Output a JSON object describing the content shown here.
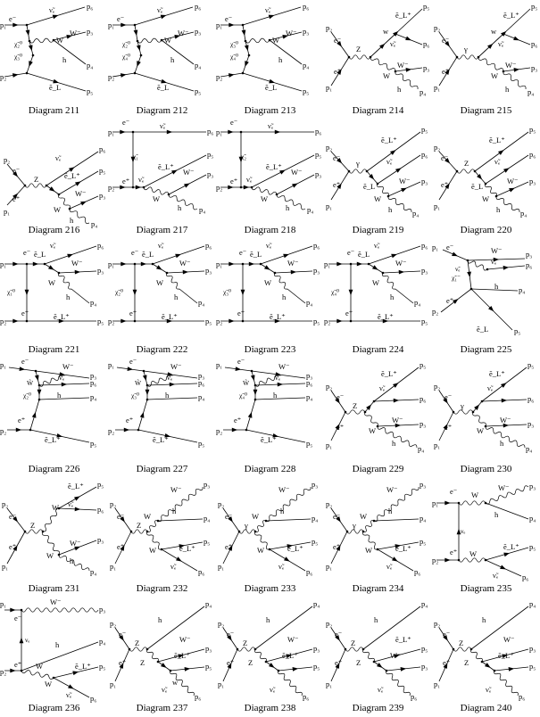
{
  "diagrams": [
    {
      "caption": "Diagram 211",
      "topology": "neutralino-exchange",
      "labels": {
        "e1": "e⁻",
        "e2": "",
        "prop": "χ̃₂⁰",
        "prop2": "χ̃₃⁰",
        "a": "ν̃ₑ",
        "b": "W",
        "c": "W⁻",
        "d": "h",
        "e": "ẽ_L"
      },
      "momenta": [
        "p₁",
        "p₂",
        "p₆",
        "p₃",
        "p₄",
        "p₅"
      ]
    },
    {
      "caption": "Diagram 212",
      "topology": "neutralino-exchange",
      "labels": {
        "e1": "e⁻",
        "e2": "",
        "prop": "χ̃₂⁰",
        "prop2": "χ̃₄⁰",
        "a": "ν̃ₑ",
        "b": "W",
        "c": "W⁻",
        "d": "h",
        "e": "ẽ_L"
      },
      "momenta": [
        "p₁",
        "p₂",
        "p₆",
        "p₃",
        "p₄",
        "p₅"
      ]
    },
    {
      "caption": "Diagram 213",
      "topology": "neutralino-exchange",
      "labels": {
        "e1": "e⁻",
        "e2": "",
        "prop": "χ̃₃⁰",
        "prop2": "χ̃₄⁰",
        "a": "ν̃ₑ",
        "b": "W",
        "c": "W⁻",
        "d": "h",
        "e": "ẽ_L"
      },
      "momenta": [
        "p₁",
        "p₂",
        "p₆",
        "p₃",
        "p₄",
        "p₅"
      ]
    },
    {
      "caption": "Diagram 214",
      "topology": "s-channel",
      "labels": {
        "e1": "e⁻",
        "e2": "e⁺",
        "boson": "Z",
        "a": "ẽ_L⁺",
        "b": "w",
        "c": "ν̃ₑ",
        "d": "W⁻",
        "e": "h",
        "f": "W"
      },
      "momenta": [
        "p₂",
        "p₁",
        "p₅",
        "p₆",
        "p₃",
        "p₄"
      ]
    },
    {
      "caption": "Diagram 215",
      "topology": "s-channel",
      "labels": {
        "e1": "e⁻",
        "e2": "e⁺",
        "boson": "γ",
        "a": "ẽ_L⁺",
        "b": "w",
        "c": "ν̃ₑ",
        "d": "W⁻",
        "e": "h",
        "f": "W"
      },
      "momenta": [
        "p₂",
        "p₁",
        "p₅",
        "p₆",
        "p₃",
        "p₄"
      ]
    },
    {
      "caption": "Diagram 216",
      "topology": "s-channel-b",
      "labels": {
        "e1": "e⁻",
        "e2": "e⁺",
        "boson": "Z",
        "a": "ν̃ₑ",
        "b": "ẽ_L⁺",
        "c": "W⁻",
        "d": "h",
        "e": "W"
      },
      "momenta": [
        "p₂",
        "p₁",
        "p₆",
        "p₅",
        "p₃",
        "p₄"
      ]
    },
    {
      "caption": "Diagram 217",
      "topology": "t-channel",
      "labels": {
        "e1": "e⁻",
        "e2": "e⁺",
        "prop": "χ̃₁",
        "a": "ν̃ₑ",
        "b": "ẽ_L⁺",
        "c": "W⁻",
        "d": "h",
        "e": "W",
        "f": "ν̃ₑ"
      },
      "momenta": [
        "p₁",
        "p₂",
        "p₆",
        "p₅",
        "p₃",
        "p₄"
      ]
    },
    {
      "caption": "Diagram 218",
      "topology": "t-channel",
      "labels": {
        "e1": "e⁻",
        "e2": "e⁺",
        "prop": "χ̃₂",
        "a": "ν̃ₑ",
        "b": "ẽ_L⁺",
        "c": "W⁻",
        "d": "h",
        "e": "W",
        "f": "ν̃ₑ"
      },
      "momenta": [
        "p₁",
        "p₂",
        "p₆",
        "p₅",
        "p₃",
        "p₄"
      ]
    },
    {
      "caption": "Diagram 219",
      "topology": "s-channel-c",
      "labels": {
        "e1": "e⁻",
        "e2": "e⁺",
        "boson": "γ",
        "a": "ẽ_L⁺",
        "b": "ν̃ₑ",
        "c": "ẽ_L",
        "d": "W⁻",
        "e": "W",
        "f": "h"
      },
      "momenta": [
        "p₂",
        "p₁",
        "p₅",
        "p₆",
        "p₃",
        "p₄"
      ]
    },
    {
      "caption": "Diagram 220",
      "topology": "s-channel-c",
      "labels": {
        "e1": "e⁻",
        "e2": "e⁺",
        "boson": "Z",
        "a": "ẽ_L⁺",
        "b": "ν̃ₑ",
        "c": "ẽ_L",
        "d": "W⁻",
        "e": "W",
        "f": "h"
      },
      "momenta": [
        "p₂",
        "p₁",
        "p₅",
        "p₆",
        "p₃",
        "p₄"
      ]
    },
    {
      "caption": "Diagram 221",
      "topology": "t-channel-b",
      "labels": {
        "e1": "e⁻",
        "e2": "e⁺",
        "prop": "χ̃₁⁰",
        "a": "ẽ_L",
        "b": "ν̃ₑ",
        "c": "W⁻",
        "d": "W",
        "e": "h",
        "f": "ẽ_L⁺"
      },
      "momenta": [
        "p₁",
        "p₂",
        "p₆",
        "p₃",
        "p₄",
        "p₅"
      ]
    },
    {
      "caption": "Diagram 222",
      "topology": "t-channel-b",
      "labels": {
        "e1": "e⁻",
        "e2": "e⁺",
        "prop": "χ̃₂⁰",
        "a": "ẽ_L",
        "b": "ν̃ₑ",
        "c": "W⁻",
        "d": "W",
        "e": "h",
        "f": "ẽ_L⁺"
      },
      "momenta": [
        "p₁",
        "p₂",
        "p₆",
        "p₃",
        "p₄",
        "p₅"
      ]
    },
    {
      "caption": "Diagram 223",
      "topology": "t-channel-b",
      "labels": {
        "e1": "e⁻",
        "e2": "e⁺",
        "prop": "χ̃₃⁰",
        "a": "ẽ_L",
        "b": "ν̃ₑ",
        "c": "W⁻",
        "d": "W",
        "e": "h",
        "f": "ẽ_L⁺"
      },
      "momenta": [
        "p₁",
        "p₂",
        "p₆",
        "p₃",
        "p₄",
        "p₅"
      ]
    },
    {
      "caption": "Diagram 224",
      "topology": "t-channel-b",
      "labels": {
        "e1": "e⁻",
        "e2": "e⁺",
        "prop": "χ̃₄⁰",
        "a": "ẽ_L",
        "b": "ν̃ₑ",
        "c": "W⁻",
        "d": "W",
        "e": "h",
        "f": "ẽ_L⁺"
      },
      "momenta": [
        "p₁",
        "p₂",
        "p₆",
        "p₃",
        "p₄",
        "p₅"
      ]
    },
    {
      "caption": "Diagram 225",
      "topology": "chargino",
      "labels": {
        "e1": "e⁻",
        "e2": "e⁺",
        "prop": "χ̃₁⁻",
        "prop2": "ν̃ₑ",
        "a": "W⁻",
        "b": "ν̃ₑ",
        "c": "h",
        "d": "ẽ_L"
      },
      "momenta": [
        "p₁",
        "p₂",
        "p₃",
        "p₆",
        "p₄",
        "p₅"
      ]
    },
    {
      "caption": "Diagram 226",
      "topology": "neutralino-b",
      "labels": {
        "e1": "e⁻",
        "e2": "e⁺",
        "prop": "χ̃₂⁰",
        "prop2": "W̃",
        "a": "W⁻",
        "b": "ν̃ₑ",
        "c": "h",
        "d": "ẽ_L⁺"
      },
      "momenta": [
        "p₁",
        "p₂",
        "p₃",
        "p₆",
        "p₄",
        "p₅"
      ]
    },
    {
      "caption": "Diagram 227",
      "topology": "neutralino-b",
      "labels": {
        "e1": "e⁻",
        "e2": "e⁺",
        "prop": "χ̃₃⁰",
        "prop2": "W̃",
        "a": "W⁻",
        "b": "ν̃ₑ",
        "c": "h",
        "d": "ẽ_L⁺"
      },
      "momenta": [
        "p₁",
        "p₂",
        "p₃",
        "p₆",
        "p₄",
        "p₅"
      ]
    },
    {
      "caption": "Diagram 228",
      "topology": "neutralino-b",
      "labels": {
        "e1": "e⁻",
        "e2": "e⁺",
        "prop": "χ̃₄⁰",
        "prop2": "W̃",
        "a": "W⁻",
        "b": "ν̃ₑ",
        "c": "h",
        "d": "ẽ_L⁺"
      },
      "momenta": [
        "p₁",
        "p₂",
        "p₃",
        "p₆",
        "p₄",
        "p₅"
      ]
    },
    {
      "caption": "Diagram 229",
      "topology": "s-channel-d",
      "labels": {
        "e1": "e⁻",
        "e2": "e⁺",
        "boson": "Z",
        "a": "ẽ_L⁺",
        "b": "ν̃ₑ",
        "c": "W⁻",
        "d": "W",
        "e": "h"
      },
      "momenta": [
        "p₂",
        "p₁",
        "p₅",
        "p₆",
        "p₃",
        "p₄"
      ]
    },
    {
      "caption": "Diagram 230",
      "topology": "s-channel-d",
      "labels": {
        "e1": "e⁻",
        "e2": "e⁺",
        "boson": "γ",
        "a": "ẽ_L⁺",
        "b": "ν̃ₑ",
        "c": "W⁻",
        "d": "W",
        "e": "h"
      },
      "momenta": [
        "p₂",
        "p₁",
        "p₅",
        "p₆",
        "p₃",
        "p₄"
      ]
    },
    {
      "caption": "Diagram 231",
      "topology": "s-channel-e",
      "labels": {
        "e1": "e⁻",
        "e2": "e⁺",
        "boson": "Z",
        "a": "ẽ_L⁺",
        "b": "W",
        "c": "ν̃ₑ",
        "d": "W⁻",
        "e": "W",
        "f": "h"
      },
      "momenta": [
        "p₂",
        "p₁",
        "p₅",
        "p₆",
        "p₃",
        "p₄"
      ]
    },
    {
      "caption": "Diagram 232",
      "topology": "s-channel-f",
      "labels": {
        "e1": "e⁻",
        "e2": "e⁺",
        "boson": "Z",
        "a": "W⁻",
        "b": "h",
        "c": "W",
        "d": "W",
        "e": "ẽ_L⁺",
        "f": "ν̃ₑ"
      },
      "momenta": [
        "p₂",
        "p₁",
        "p₃",
        "p₄",
        "p₅",
        "p₆"
      ]
    },
    {
      "caption": "Diagram 233",
      "topology": "s-channel-f",
      "labels": {
        "e1": "e⁻",
        "e2": "e⁺",
        "boson": "γ",
        "a": "W⁻",
        "b": "h",
        "c": "W",
        "d": "W",
        "e": "ẽ_L⁺",
        "f": "ν̃ₑ"
      },
      "momenta": [
        "p₂",
        "p₁",
        "p₃",
        "p₄",
        "p₅",
        "p₆"
      ]
    },
    {
      "caption": "Diagram 234",
      "topology": "s-channel-f",
      "labels": {
        "e1": "e⁻",
        "e2": "e⁺",
        "boson": "γ",
        "a": "W⁻",
        "b": "h",
        "c": "W",
        "d": "W",
        "e": "ẽ_L⁺",
        "f": "ν̃ₑ"
      },
      "momenta": [
        "p₂",
        "p₁",
        "p₃",
        "p₄",
        "p₅",
        "p₆"
      ]
    },
    {
      "caption": "Diagram 235",
      "topology": "t-channel-c",
      "labels": {
        "e1": "e⁻",
        "e2": "e⁺",
        "prop": "νₑ",
        "a": "W",
        "b": "W⁻",
        "c": "h",
        "d": "W",
        "e": "ẽ_L⁺",
        "f": "ν̃ₑ"
      },
      "momenta": [
        "p₁",
        "p₂",
        "p₃",
        "p₄",
        "p₅",
        "p₆"
      ]
    },
    {
      "caption": "Diagram 236",
      "topology": "t-channel-d",
      "labels": {
        "e1": "e⁻",
        "e2": "e⁺",
        "prop": "νₑ",
        "a": "W⁻",
        "b": "W",
        "c": "h",
        "d": "W",
        "e": "ẽ_L⁺",
        "f": "ν̃ₑ"
      },
      "momenta": [
        "p₁",
        "p₂",
        "p₃",
        "p₄",
        "p₅",
        "p₆"
      ]
    },
    {
      "caption": "Diagram 237",
      "topology": "zh",
      "labels": {
        "e1": "e⁻",
        "e2": "e⁺",
        "boson": "Z",
        "boson2": "Z",
        "a": "h",
        "b": "W⁻",
        "c": "ẽ_L⁺",
        "d": "w",
        "e": "ν̃ₑ"
      },
      "momenta": [
        "p₂",
        "p₁",
        "p₄",
        "p₃",
        "p₅",
        "p₆"
      ]
    },
    {
      "caption": "Diagram 238",
      "topology": "zh",
      "labels": {
        "e1": "e⁻",
        "e2": "e⁺",
        "boson": "Z",
        "boson2": "Z",
        "a": "h",
        "b": "W⁻",
        "c": "ẽ_L⁺",
        "d": "",
        "e": "ν̃ₑ"
      },
      "momenta": [
        "p₂",
        "p₁",
        "p₄",
        "p₃",
        "p₅",
        "p₆"
      ]
    },
    {
      "caption": "Diagram 239",
      "topology": "zh",
      "labels": {
        "e1": "e⁻",
        "e2": "e⁺",
        "boson": "Z",
        "boson2": "Z",
        "a": "h",
        "b": "ẽ_L⁺",
        "c": "W⁻",
        "d": "",
        "e": "ν̃ₑ"
      },
      "momenta": [
        "p₂",
        "p₁",
        "p₄",
        "p₅",
        "p₃",
        "p₆"
      ]
    },
    {
      "caption": "Diagram 240",
      "topology": "zh",
      "labels": {
        "e1": "e⁻",
        "e2": "e⁺",
        "boson": "Z",
        "boson2": "Z",
        "a": "h",
        "b": "W⁻",
        "c": "ẽ_L⁺",
        "d": "",
        "e": "ν̃ₑ"
      },
      "momenta": [
        "p₂",
        "p₁",
        "p₄",
        "p₃",
        "p₅",
        "p₆"
      ]
    }
  ]
}
